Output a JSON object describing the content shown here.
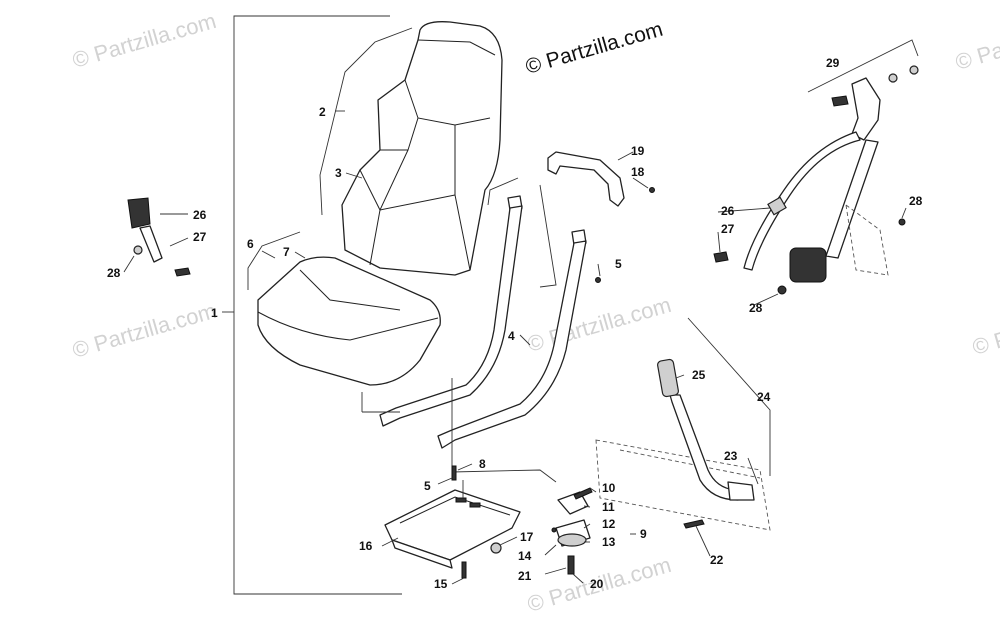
{
  "watermarks": [
    "© Partzilla.com",
    "© Partzilla.com",
    "© Partzilla.com",
    "© Partzilla.com",
    "© Partzilla.com",
    "© Partzilla.com"
  ],
  "copyright": "© Partzilla.com",
  "labels": {
    "l1": "1",
    "l2": "2",
    "l3": "3",
    "l4": "4",
    "l5a": "5",
    "l5b": "5",
    "l6": "6",
    "l7": "7",
    "l8": "8",
    "l9": "9",
    "l10": "10",
    "l11": "11",
    "l12": "12",
    "l13": "13",
    "l14": "14",
    "l15": "15",
    "l16": "16",
    "l17": "17",
    "l18": "18",
    "l19": "19",
    "l20": "20",
    "l21": "21",
    "l22": "22",
    "l23": "23",
    "l24": "24",
    "l25": "25",
    "l26a": "26",
    "l26b": "26",
    "l27a": "27",
    "l27b": "27",
    "l28a": "28",
    "l28b": "28",
    "l28c": "28",
    "l29": "29"
  }
}
